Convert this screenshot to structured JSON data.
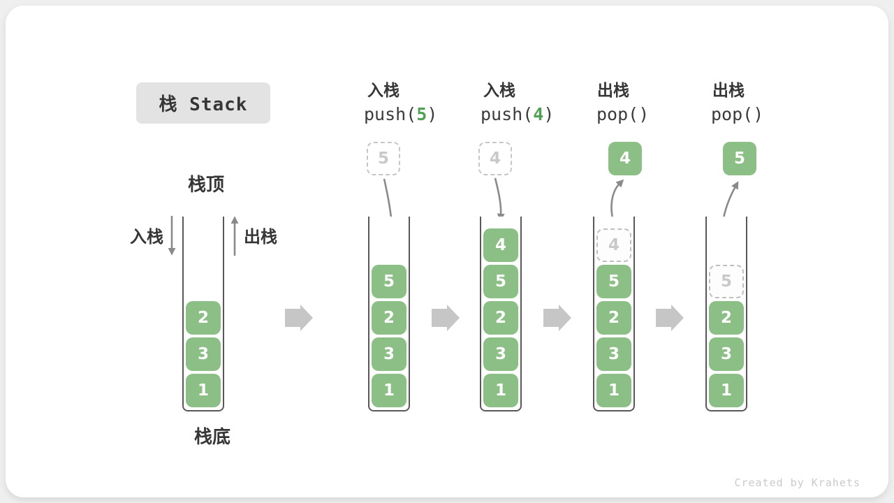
{
  "title": {
    "text": "栈 Stack"
  },
  "watermark": "Created by Krahets",
  "colors": {
    "item_green": "#8cbf86",
    "code_arg_green": "#4fa153",
    "arrow_gray": "#8a8a8a",
    "block_arrow_gray": "#c6c6c6",
    "dashed_border_gray": "#c6c6c6",
    "dashed_text_gray": "#c9c9c9",
    "text_dark": "#363636",
    "title_bg": "#e3e3e3",
    "watermark_gray": "#c9c9c9"
  },
  "initial_stack": {
    "top_label": "栈顶",
    "bottom_label": "栈底",
    "push_label": "入栈",
    "pop_label": "出栈",
    "items": [
      {
        "value": "2",
        "type": "solid"
      },
      {
        "value": "3",
        "type": "solid"
      },
      {
        "value": "1",
        "type": "solid"
      }
    ]
  },
  "stages": [
    {
      "action_label": "入栈",
      "code": {
        "prefix": "push(",
        "arg": "5",
        "suffix": ")"
      },
      "floating_box": {
        "value": "5",
        "style": "dashed"
      },
      "items": [
        {
          "value": "5",
          "type": "solid"
        },
        {
          "value": "2",
          "type": "solid"
        },
        {
          "value": "3",
          "type": "solid"
        },
        {
          "value": "1",
          "type": "solid"
        }
      ]
    },
    {
      "action_label": "入栈",
      "code": {
        "prefix": "push(",
        "arg": "4",
        "suffix": ")"
      },
      "floating_box": {
        "value": "4",
        "style": "dashed"
      },
      "items": [
        {
          "value": "4",
          "type": "solid"
        },
        {
          "value": "5",
          "type": "solid"
        },
        {
          "value": "2",
          "type": "solid"
        },
        {
          "value": "3",
          "type": "solid"
        },
        {
          "value": "1",
          "type": "solid"
        }
      ]
    },
    {
      "action_label": "出栈",
      "code": {
        "prefix": "pop(",
        "arg": "",
        "suffix": ")"
      },
      "floating_box": {
        "value": "4",
        "style": "solid"
      },
      "items": [
        {
          "value": "4",
          "type": "dashed"
        },
        {
          "value": "5",
          "type": "solid"
        },
        {
          "value": "2",
          "type": "solid"
        },
        {
          "value": "3",
          "type": "solid"
        },
        {
          "value": "1",
          "type": "solid"
        }
      ]
    },
    {
      "action_label": "出栈",
      "code": {
        "prefix": "pop(",
        "arg": "",
        "suffix": ")"
      },
      "floating_box": {
        "value": "5",
        "style": "solid"
      },
      "items": [
        {
          "value": "5",
          "type": "dashed"
        },
        {
          "value": "2",
          "type": "solid"
        },
        {
          "value": "3",
          "type": "solid"
        },
        {
          "value": "1",
          "type": "solid"
        }
      ]
    }
  ]
}
